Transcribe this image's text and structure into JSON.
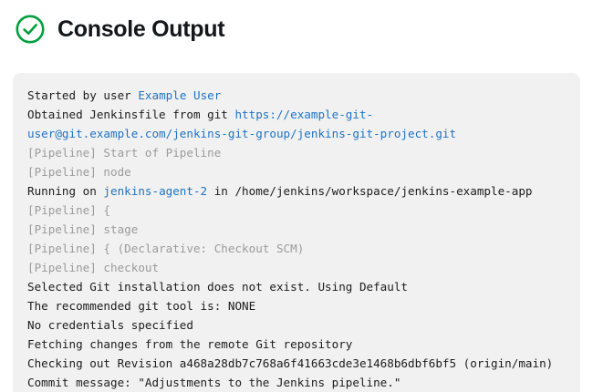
{
  "header": {
    "title": "Console Output",
    "status_icon": "check-circle-icon",
    "status_color": "#00a03e"
  },
  "console": {
    "background_color": "#f1f1f1",
    "text_color": "#1c1c1c",
    "muted_color": "#9b9b9b",
    "link_color": "#1f73c4",
    "lines": [
      {
        "type": "mixed",
        "parts": [
          {
            "text": "Started by user ",
            "style": "normal"
          },
          {
            "text": "Example User",
            "style": "link"
          }
        ]
      },
      {
        "type": "mixed",
        "parts": [
          {
            "text": "Obtained Jenkinsfile from git ",
            "style": "normal"
          },
          {
            "text": "https://example-git-user@git.example.com/jenkins-git-group/jenkins-git-project.git",
            "style": "link"
          }
        ]
      },
      {
        "type": "muted",
        "text": "[Pipeline] Start of Pipeline"
      },
      {
        "type": "muted",
        "text": "[Pipeline] node"
      },
      {
        "type": "mixed",
        "parts": [
          {
            "text": "Running on ",
            "style": "normal"
          },
          {
            "text": "jenkins-agent-2",
            "style": "link"
          },
          {
            "text": " in /home/jenkins/workspace/jenkins-example-app",
            "style": "normal"
          }
        ]
      },
      {
        "type": "muted",
        "text": "[Pipeline] {"
      },
      {
        "type": "muted",
        "text": "[Pipeline] stage"
      },
      {
        "type": "muted",
        "text": "[Pipeline] { (Declarative: Checkout SCM)"
      },
      {
        "type": "muted",
        "text": "[Pipeline] checkout"
      },
      {
        "type": "normal",
        "text": "Selected Git installation does not exist. Using Default"
      },
      {
        "type": "normal",
        "text": "The recommended git tool is: NONE"
      },
      {
        "type": "normal",
        "text": "No credentials specified"
      },
      {
        "type": "normal",
        "text": "Fetching changes from the remote Git repository"
      },
      {
        "type": "normal",
        "text": "Checking out Revision a468a28db7c768a6f41663cde3e1468b6dbf6bf5 (origin/main)"
      },
      {
        "type": "normal",
        "text": "Commit message: \"Adjustments to the Jenkins pipeline.\""
      }
    ]
  }
}
